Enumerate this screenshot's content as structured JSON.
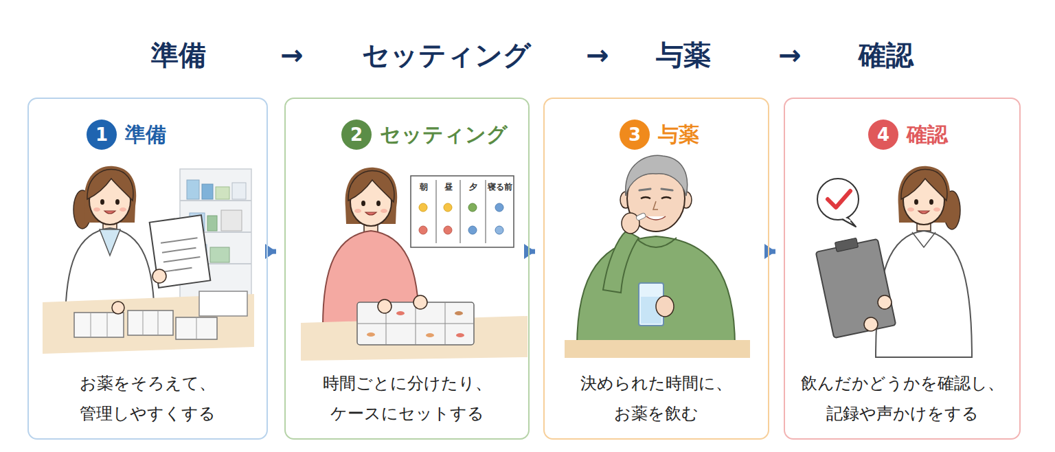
{
  "diagram": {
    "nodes": [
      {
        "text": [
          "準備",
          "お薬をそろえて、 管理しやすくする"
        ]
      },
      {
        "text": [
          "1"
        ],
        "in": 0
      },
      {
        "text": [
          "セッティング",
          "時間ごとに分けたり、 ケースにセットする"
        ]
      },
      {
        "text": [
          "2"
        ],
        "in": 2
      },
      {
        "text": [
          "与薬",
          "決められた時間に、 お薬を飲む"
        ]
      },
      {
        "text": [
          "3"
        ],
        "in": 4
      },
      {
        "text": [
          "確認",
          "飲んだかどうかを確認し、 記録や声かけをする"
        ]
      },
      {
        "text": [
          "4"
        ],
        "in": 6
      }
    ],
    "edges": [
      {
        "from": 0,
        "to": 2,
        "arrow": "to"
      },
      {
        "from": 2,
        "to": 4,
        "arrow": "to"
      },
      {
        "from": 4,
        "to": 6,
        "arrow": "to"
      }
    ],
    "labels": [
      "準備",
      "→",
      "セッティング",
      "→",
      "与薬",
      "→",
      "確認",
      "朝",
      "昼",
      "夕",
      "寝る前"
    ]
  }
}
